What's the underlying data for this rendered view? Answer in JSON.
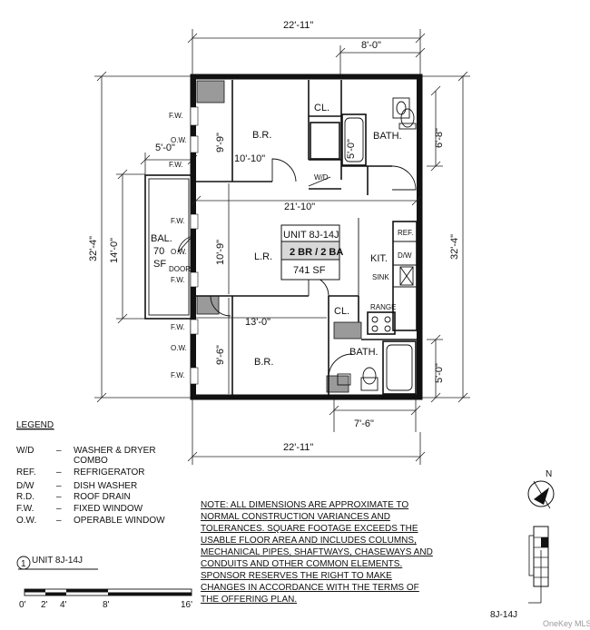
{
  "dimensions": {
    "top_width": "22'-11\"",
    "top_bath_width": "8'-0\"",
    "bottom_width": "22'-11\"",
    "bottom_bath_width": "7'-6\"",
    "left_height": "32'-4\"",
    "right_height": "32'-4\"",
    "balcony_width": "5'-0\"",
    "balcony_height": "14'-0\"",
    "bedroom1_height": "9'-9\"",
    "bedroom1_width": "10'-10\"",
    "bath1_depth": "5'-0\"",
    "bath1_height": "6'-8\"",
    "living_width": "21'-10\"",
    "living_height": "10'-9\"",
    "bedroom2_width": "13'-0\"",
    "bedroom2_height": "9'-6\"",
    "bath2_depth": "5'-0\""
  },
  "rooms": {
    "bedroom1": "B.R.",
    "bedroom2": "B.R.",
    "bath1": "BATH.",
    "bath2": "BATH.",
    "closet1": "CL.",
    "closet2": "CL.",
    "living": "L.R.",
    "kitchen": "KIT.",
    "washer_dryer": "W/D",
    "refrigerator": "REF.",
    "dishwasher": "D/W",
    "sink": "SINK",
    "range": "RANGE",
    "balcony_line1": "BAL.",
    "balcony_line2": "70",
    "balcony_line3": "SF",
    "door": "DOOR"
  },
  "windows": {
    "labels": [
      "F.W.",
      "O.W.",
      "F.W.",
      "F.W.",
      "O.W.",
      "F.W.",
      "F.W.",
      "O.W.",
      "F.W."
    ]
  },
  "unit_box": {
    "unit": "UNIT 8J-14J",
    "type": "2 BR / 2 BA",
    "area": "741 SF"
  },
  "legend": {
    "title": "LEGEND",
    "items": [
      {
        "abbr": "W/D",
        "dash": "–",
        "desc": "WASHER & DRYER"
      },
      {
        "abbr": "",
        "dash": "",
        "desc": "COMBO"
      },
      {
        "abbr": "REF.",
        "dash": "–",
        "desc": "REFRIGERATOR"
      },
      {
        "abbr": "D/W",
        "dash": "–",
        "desc": "DISH WASHER"
      },
      {
        "abbr": "R.D.",
        "dash": "–",
        "desc": "ROOF DRAIN"
      },
      {
        "abbr": "F.W.",
        "dash": "–",
        "desc": "FIXED WINDOW"
      },
      {
        "abbr": "O.W.",
        "dash": "–",
        "desc": "OPERABLE WINDOW"
      }
    ]
  },
  "note": {
    "lines": [
      "NOTE: ALL DIMENSIONS ARE APPROXIMATE TO",
      "NORMAL CONSTRUCTION VARIANCES AND",
      "TOLERANCES. SQUARE FOOTAGE EXCEEDS THE",
      "USABLE FLOOR AREA AND INCLUDES COLUMNS,",
      "MECHANICAL PIPES, SHAFTWAYS, CHASEWAYS AND",
      "CONDUITS AND OTHER COMMON ELEMENTS.",
      "SPONSOR RESERVES THE RIGHT TO MAKE",
      "CHANGES IN ACCORDANCE WITH THE TERMS OF",
      "THE OFFERING PLAN."
    ]
  },
  "title_block": {
    "number": "1",
    "title": "UNIT 8J-14J"
  },
  "scale_bar": {
    "labels": [
      "0'",
      "2'",
      "4'",
      "8'",
      "16'"
    ]
  },
  "key_plan": {
    "north": "N",
    "unit": "8J-14J"
  },
  "watermark": "OneKey MLS"
}
